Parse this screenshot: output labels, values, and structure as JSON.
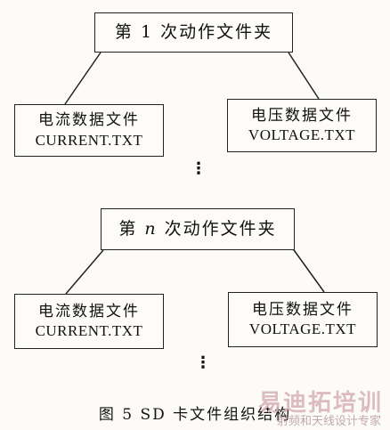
{
  "diagram": {
    "folder1": "第 1 次动作文件夹",
    "folder1_file_current": {
      "name": "电流数据文件",
      "filename": "CURRENT.TXT"
    },
    "folder1_file_voltage": {
      "name": "电压数据文件",
      "filename": "VOLTAGE.TXT"
    },
    "ellipsis_1": "⋮",
    "folderN": {
      "prefix": "第 ",
      "n": "n",
      "suffix": " 次动作文件夹"
    },
    "folderN_file_current": {
      "name": "电流数据文件",
      "filename": "CURRENT.TXT"
    },
    "folderN_file_voltage": {
      "name": "电压数据文件",
      "filename": "VOLTAGE.TXT"
    },
    "ellipsis_2": "⋮"
  },
  "caption": "图 5 SD 卡文件组织结构",
  "watermark": {
    "title": "易迪拓培训",
    "subtitle": "射频和天线设计专家"
  }
}
